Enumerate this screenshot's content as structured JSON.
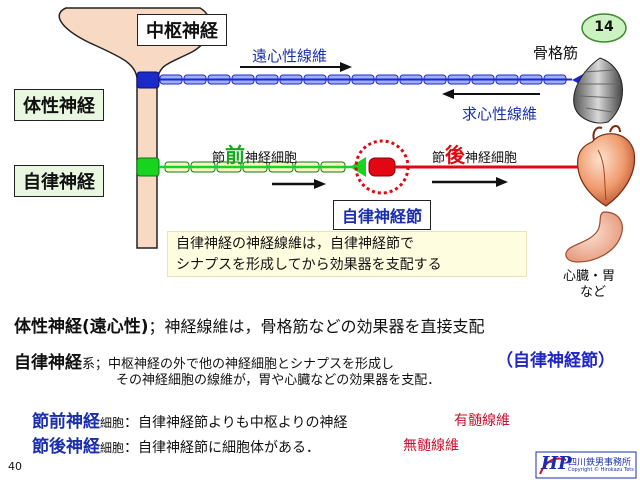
{
  "diagram": {
    "cns_label": "中枢神経",
    "somatic_label": "体性神経",
    "autonomic_label": "自律神経",
    "efferent_label": "遠心性線維",
    "afferent_label": "求心性線維",
    "muscle_label": "骨格筋",
    "page_badge": "14",
    "pre_label": {
      "prefix": "節",
      "emph": "前",
      "suffix": "神経細胞"
    },
    "post_label": {
      "prefix": "節",
      "emph": "後",
      "suffix": "神経細胞"
    },
    "ganglion_label": "自律神経節",
    "organ_label_1": "心臓・胃",
    "organ_label_2": "など",
    "note_line_1": "自律神経の神経線維は，自律神経節で",
    "note_line_2": "シナプスを形成してから効果器を支配する",
    "colors": {
      "blue": "#1c29c9",
      "green": "#17d41d",
      "red": "#e30613",
      "cord": "#f7d9c4"
    }
  },
  "text": {
    "somatic_heading": "体性神経(遠心性)",
    "somatic_desc": "；神経線維は，骨格筋などの効果器を直接支配",
    "auto_heading": "自律神経",
    "auto_suffix": "系；中枢神経の外で他の神経細胞とシナプスを形成し",
    "auto_line2": "その神経細胞の線維が，胃や心臓などの効果器を支配．",
    "auto_paren": "（自律神経節）",
    "pre_heading": "節前神経",
    "pre_small": "細胞",
    "pre_desc": "：自律神経節よりも中枢よりの神経",
    "pre_tag": "有髄線維",
    "post_heading": "節後神経",
    "post_small": "細胞",
    "post_desc": "：自律神経節に細胞体がある．",
    "post_tag": "無髄線維",
    "page_number": "40",
    "logo_letters": "HP",
    "logo_text_1": "四川鉄男事務所",
    "logo_text_2": "Copyright © Hirokazu Tetsuo Publishing Inc."
  }
}
